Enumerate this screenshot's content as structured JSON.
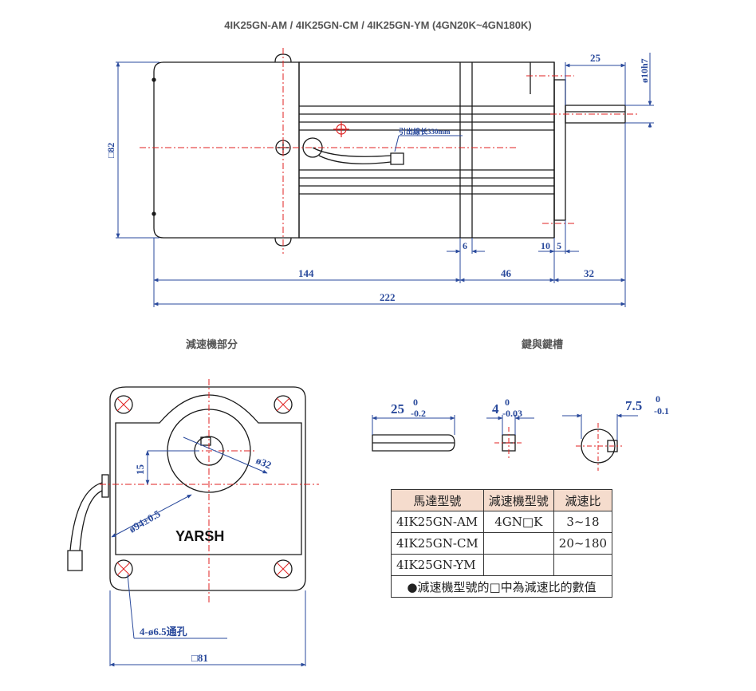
{
  "title": "4IK25GN-AM   /   4IK25GN-CM   /    4IK25GN-YM   (4GN20K~4GN180K)",
  "side_view": {
    "dims": {
      "square_height": "□82",
      "length_body": "144",
      "length_gear": "46",
      "length_shaft": "32",
      "total_length": "222",
      "shaft_key_length": "25",
      "shaft_diameter": "ø10h7",
      "flange_offset": "6",
      "shaft_step_10": "10",
      "shaft_step_5": "5"
    },
    "cable_note": "引出線长330mm"
  },
  "gearbox_section": {
    "label": "減速機部分",
    "dims": {
      "boss_15": "15",
      "dia_32": "ø32",
      "pcd": "ø94±0.5",
      "holes": "4-ø6.5通孔",
      "square_width": "□81"
    },
    "brand": "YARSH"
  },
  "key_section": {
    "label": "鍵與鍵槽",
    "key_length": {
      "nominal": "25",
      "upper": "0",
      "lower": "-0.2"
    },
    "key_width": {
      "nominal": "4",
      "upper": "0",
      "lower": "-0.03"
    },
    "key_depth": {
      "nominal": "7.5",
      "upper": "0",
      "lower": "-0.1"
    }
  },
  "spec_table": {
    "headers": [
      "馬達型號",
      "減速機型號",
      "減速比"
    ],
    "rows": [
      {
        "motor": "4IK25GN-AM",
        "gear": "4GN□K",
        "ratio": "3~18"
      },
      {
        "motor": "4IK25GN-CM",
        "gear": "",
        "ratio": "20~180"
      },
      {
        "motor": "4IK25GN-YM",
        "gear": "",
        "ratio": ""
      }
    ],
    "note": "●減速機型號的□中為減速比的數值"
  },
  "colors": {
    "outline": "#1a1a1a",
    "centerline": "#e02020",
    "dimension": "#2a4a9c",
    "table_header": "#f5dccd"
  }
}
